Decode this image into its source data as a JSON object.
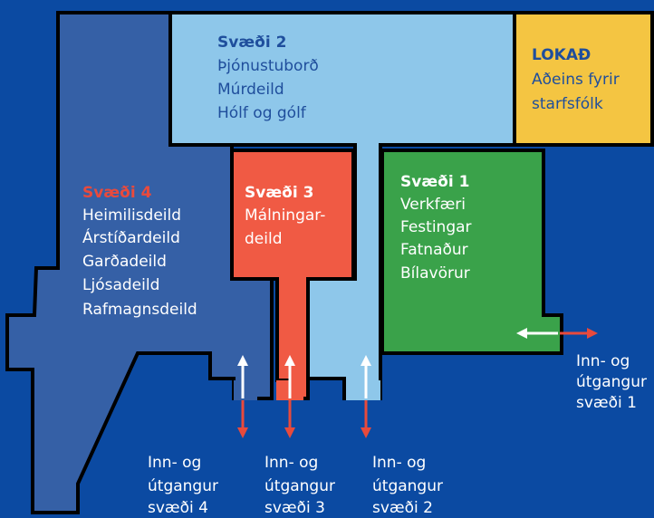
{
  "colors": {
    "background": "#0b4aa2",
    "zone4": "#3560a6",
    "zone2": "#8ec7ea",
    "zone3": "#f05a44",
    "zone1": "#3aa24a",
    "closed": "#f4c542",
    "outline": "#000000",
    "arrow_white": "#ffffff",
    "arrow_red": "#e84a3c"
  },
  "zones": {
    "zone2": {
      "title": "Svæði 2",
      "lines": [
        "Þjónustuborð",
        "Múrdeild",
        "Hólf og gólf"
      ]
    },
    "closed": {
      "title": "LOKAÐ",
      "lines": [
        "Aðeins fyrir",
        "starfsfólk"
      ]
    },
    "zone4": {
      "title": "Svæði 4",
      "lines": [
        "Heimilisdeild",
        "Árstíðardeild",
        "Garðadeild",
        "Ljósadeild",
        "Rafmagnsdeild"
      ]
    },
    "zone3": {
      "title": "Svæði 3",
      "lines": [
        "Málningar-",
        "deild"
      ]
    },
    "zone1": {
      "title": "Svæði 1",
      "lines": [
        "Verkfæri",
        "Festingar",
        "Fatnaður",
        "Bílavörur"
      ]
    }
  },
  "entrances": {
    "e1": [
      "Inn- og",
      "útgangur",
      "svæði 1"
    ],
    "e4": [
      "Inn- og",
      "útgangur",
      "svæði 4"
    ],
    "e3": [
      "Inn- og",
      "útgangur",
      "svæði 3"
    ],
    "e2": [
      "Inn- og",
      "útgangur",
      "svæði 2"
    ]
  }
}
